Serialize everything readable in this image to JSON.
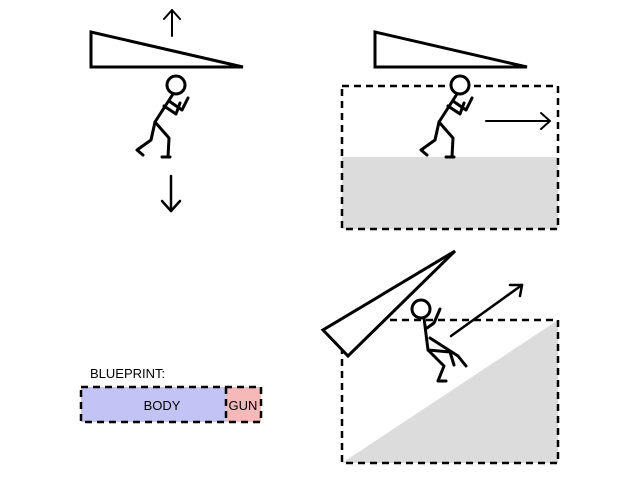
{
  "blueprint": {
    "title": "BLUEPRINT:",
    "body_label": "BODY",
    "gun_label": "GUN",
    "body_color": "#c3c3f5",
    "gun_color": "#f5b9b9"
  },
  "panels": {
    "top_left": "wedge pressed upward, figure pushed downward",
    "top_right": "wedge above figure on flat ground, figure moves right",
    "bottom_right": "wedge tilted, figure on slope moves up-right"
  }
}
